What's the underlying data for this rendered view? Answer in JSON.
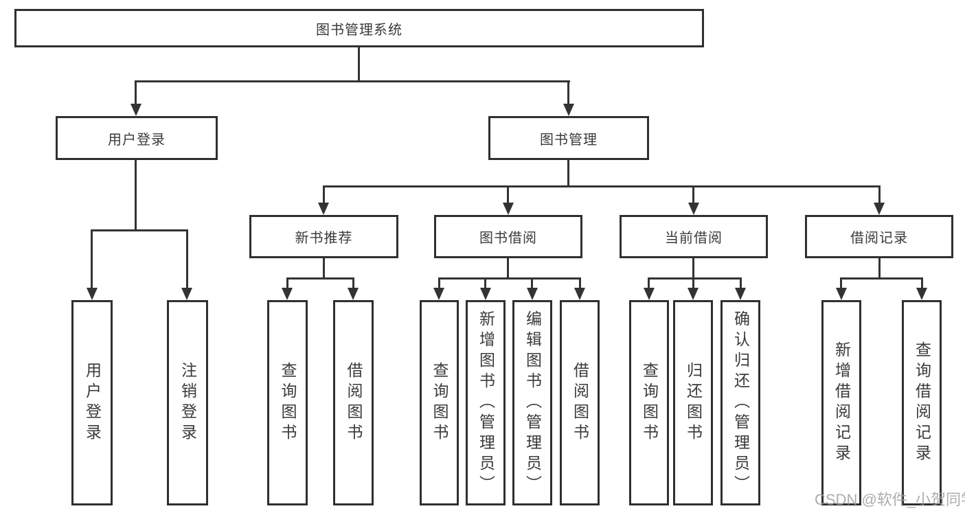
{
  "tree": {
    "label": "图书管理系统",
    "children": [
      {
        "label": "用户登录",
        "children": [
          {
            "label": "用户登录"
          },
          {
            "label": "注销登录"
          }
        ]
      },
      {
        "label": "图书管理",
        "children": [
          {
            "label": "新书推荐",
            "children": [
              {
                "label": "查询图书"
              },
              {
                "label": "借阅图书"
              }
            ]
          },
          {
            "label": "图书借阅",
            "children": [
              {
                "label": "查询图书"
              },
              {
                "label": "新增图书（管理员）"
              },
              {
                "label": "编辑图书（管理员）"
              },
              {
                "label": "借阅图书"
              }
            ]
          },
          {
            "label": "当前借阅",
            "children": [
              {
                "label": "查询图书"
              },
              {
                "label": "归还图书"
              },
              {
                "label": "确认归还（管理员）"
              }
            ]
          },
          {
            "label": "借阅记录",
            "children": [
              {
                "label": "新增借阅记录"
              },
              {
                "label": "查询借阅记录"
              }
            ]
          }
        ]
      }
    ]
  },
  "watermark": {
    "text": "CSDN @软件_小贺同学"
  },
  "colors": {
    "line": "#333333",
    "text": "#3a3a3a",
    "background": "#ffffff",
    "watermark": "#9e9e9e"
  }
}
